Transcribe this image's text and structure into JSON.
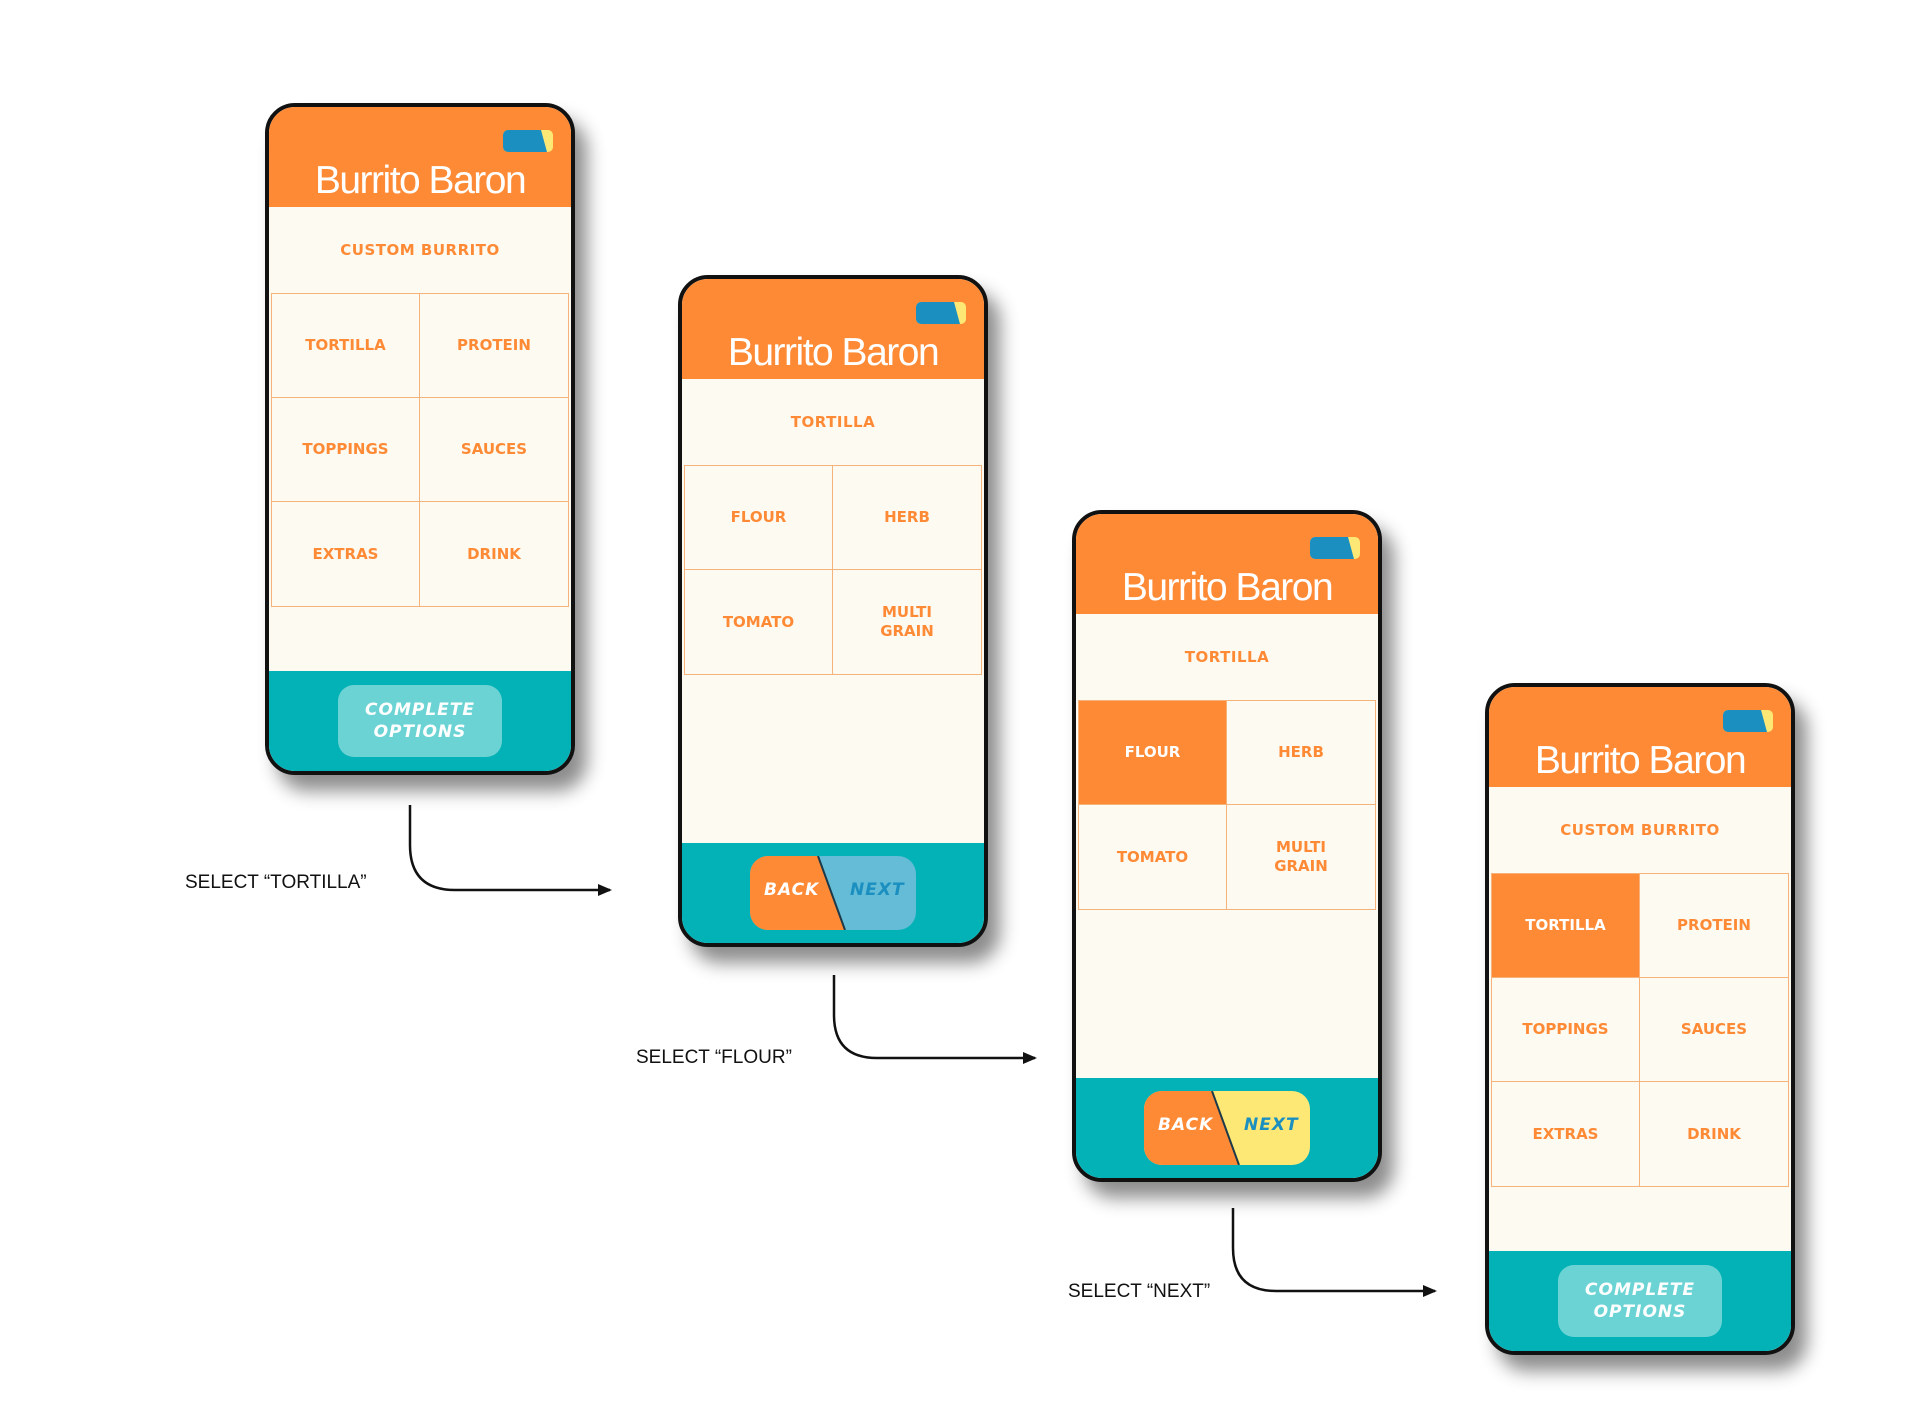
{
  "brand": {
    "name": "Burrito Baron",
    "orange": "#fe8a36",
    "teal": "#03b2b6",
    "cream": "#fdfaf1",
    "card_icon": "credit-card-icon"
  },
  "screens": [
    {
      "title": "CUSTOM BURRITO",
      "cells": [
        "TORTILLA",
        "PROTEIN",
        "TOPPINGS",
        "SAUCES",
        "EXTRAS",
        "DRINK"
      ],
      "selected": null,
      "footer": {
        "type": "complete",
        "label": "COMPLETE\nOPTIONS"
      }
    },
    {
      "title": "TORTILLA",
      "cells": [
        "FLOUR",
        "HERB",
        "TOMATO",
        "MULTI\nGRAIN"
      ],
      "selected": null,
      "footer": {
        "type": "back-next",
        "back": "BACK",
        "next": "NEXT",
        "next_color": "#64bcd6"
      }
    },
    {
      "title": "TORTILLA",
      "cells": [
        "FLOUR",
        "HERB",
        "TOMATO",
        "MULTI\nGRAIN"
      ],
      "selected": "FLOUR",
      "footer": {
        "type": "back-next",
        "back": "BACK",
        "next": "NEXT",
        "next_color": "#fde876"
      }
    },
    {
      "title": "CUSTOM BURRITO",
      "cells": [
        "TORTILLA",
        "PROTEIN",
        "TOPPINGS",
        "SAUCES",
        "EXTRAS",
        "DRINK"
      ],
      "selected": "TORTILLA",
      "footer": {
        "type": "complete",
        "label": "COMPLETE\nOPTIONS"
      }
    }
  ],
  "steps": [
    {
      "label": "SELECT “TORTILLA”"
    },
    {
      "label": "SELECT “FLOUR”"
    },
    {
      "label": "SELECT “NEXT”"
    }
  ]
}
